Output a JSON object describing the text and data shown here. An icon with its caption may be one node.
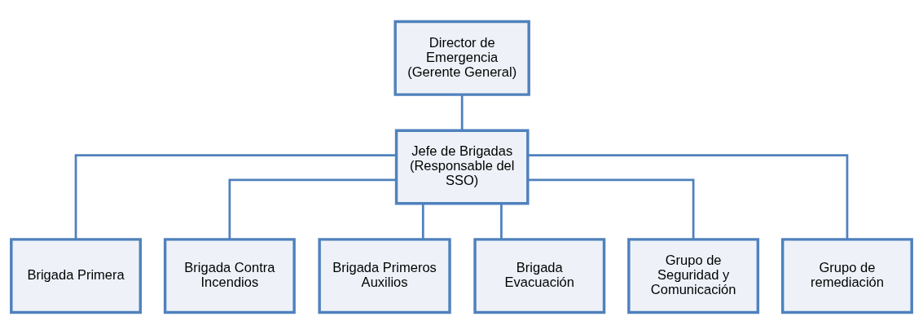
{
  "diagram": {
    "nodes": [
      {
        "text": [
          "Director de Emergencia (Gerente General)"
        ]
      },
      {
        "text": [
          "Jefe de Brigadas",
          "(Responsable del SSO)"
        ]
      },
      {
        "text": [
          "Brigada Primera"
        ]
      },
      {
        "text": [
          "Brigada Contra Incendios"
        ]
      },
      {
        "text": [
          "Brigada Primeros Auxilios"
        ]
      },
      {
        "text": [
          "Brigada Evacuación"
        ]
      },
      {
        "text": [
          "Grupo de Seguridad y Comunicación"
        ]
      },
      {
        "text": [
          "Grupo de remediación"
        ]
      }
    ],
    "edges": [
      {
        "from": 0,
        "to": 1,
        "arrow": "none"
      },
      {
        "from": 1,
        "to": 2,
        "arrow": "none"
      },
      {
        "from": 1,
        "to": 3,
        "arrow": "none"
      },
      {
        "from": 1,
        "to": 4,
        "arrow": "none"
      },
      {
        "from": 1,
        "to": 5,
        "arrow": "none"
      },
      {
        "from": 1,
        "to": 6,
        "arrow": "none"
      },
      {
        "from": 1,
        "to": 7,
        "arrow": "none"
      }
    ]
  }
}
